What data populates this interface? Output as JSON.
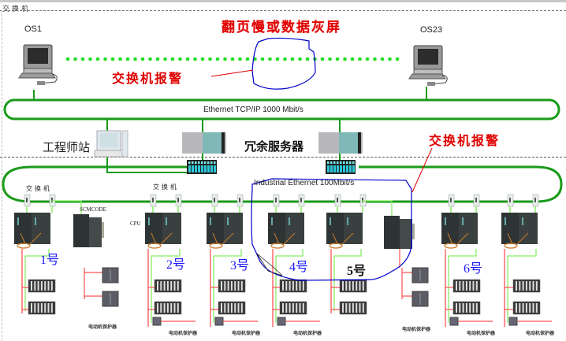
{
  "frame_title": "交换机",
  "top_note": "翻页慢或数据灰屏",
  "operator_stations": [
    {
      "label": "OS1"
    },
    {
      "label": "OS23"
    }
  ],
  "annotations": {
    "switch_alarm_top": "交换机报警",
    "switch_alarm_right": "交换机报警"
  },
  "buses": {
    "plant_bus": "Ethernet TCP/IP 1000 Mbit/s",
    "industrial_bus": "Industrial Ethernet 100Mbit/s"
  },
  "engineer_station": "工程师站",
  "redundant_servers": "冗余服务器",
  "switch_label": "交换机",
  "scmcode_label": "SCMCODE",
  "cpu_label": "CPU",
  "units": [
    {
      "label": "1号"
    },
    {
      "label": "2号"
    },
    {
      "label": "3号"
    },
    {
      "label": "4号"
    },
    {
      "label": "5号"
    },
    {
      "label": "6号"
    }
  ],
  "relay_label": "电动机保护器",
  "colors": {
    "bus_green": "#1a9a1a",
    "dots_green": "#22dd22",
    "alarm_red": "#e00000",
    "unit_blue": "#1a1aff",
    "circle_blue": "#0000cc",
    "wire_red": "#ff5050",
    "wire_green": "#88ee66"
  }
}
